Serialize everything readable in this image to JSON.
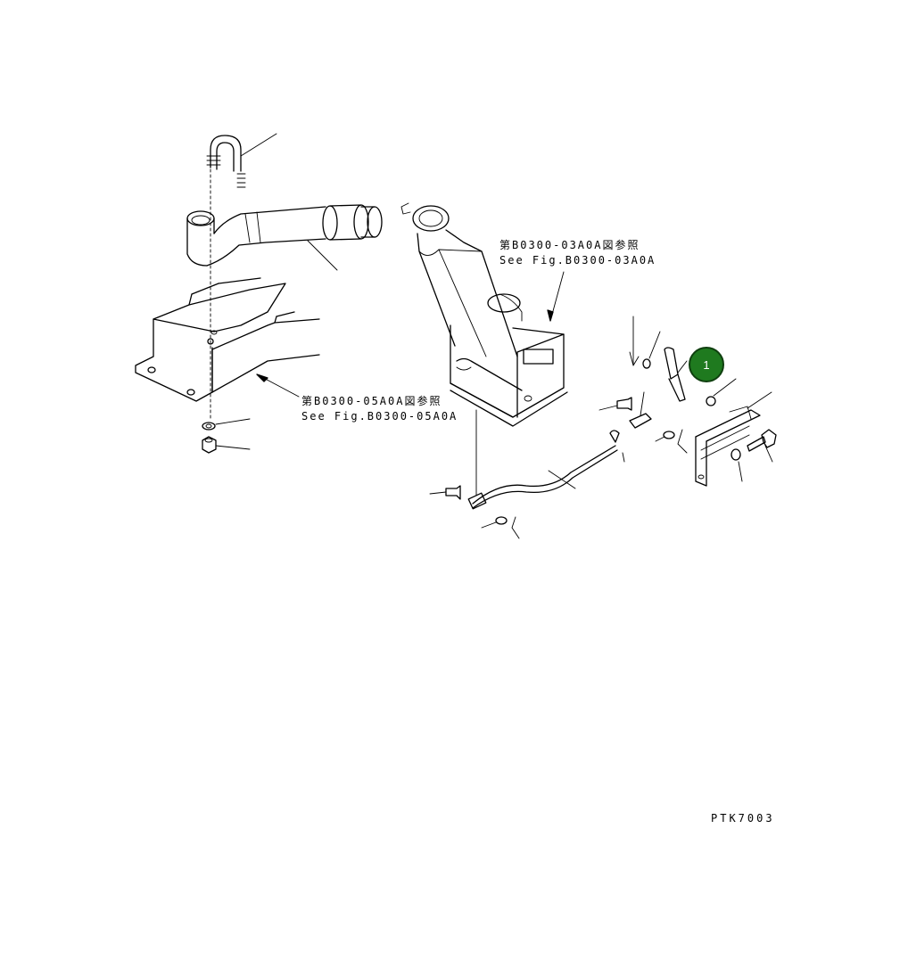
{
  "references": [
    {
      "jp": "第B0300-03A0A図参照",
      "en": "See Fig.B0300-03A0A"
    },
    {
      "jp": "第B0300-05A0A図参照",
      "en": "See Fig.B0300-05A0A"
    }
  ],
  "callout": {
    "label": "1",
    "color": "#1f7a1f"
  },
  "drawing_code": "PTK7003"
}
